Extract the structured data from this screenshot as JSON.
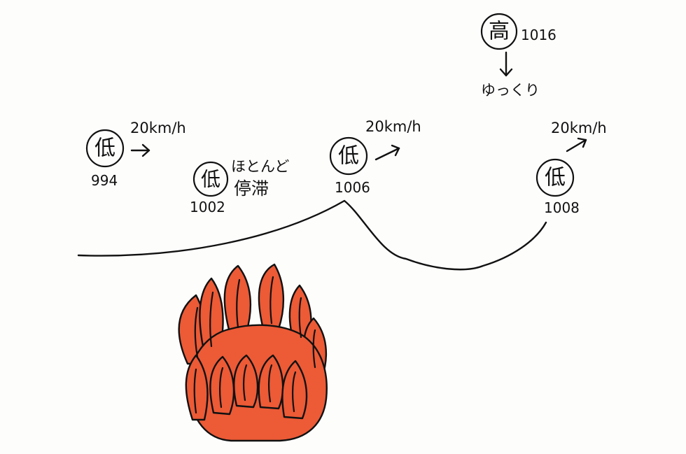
{
  "systems": [
    {
      "symbol": "低",
      "pressure": "994",
      "speed": "20km/h"
    },
    {
      "symbol": "低",
      "pressure": "1002",
      "note": [
        "ほとんど",
        "停滞"
      ]
    },
    {
      "symbol": "低",
      "pressure": "1006",
      "speed": "20km/h"
    },
    {
      "symbol": "低",
      "pressure": "1008",
      "speed": "20km/h"
    },
    {
      "symbol": "高",
      "pressure": "1016",
      "note": "ゆっくり"
    }
  ],
  "icons": {
    "arrow": "arrow-icon",
    "flame": "flame-icon"
  },
  "colors": {
    "flame": "#ec5a36",
    "ink": "#111111",
    "paper": "#fdfdfc"
  }
}
